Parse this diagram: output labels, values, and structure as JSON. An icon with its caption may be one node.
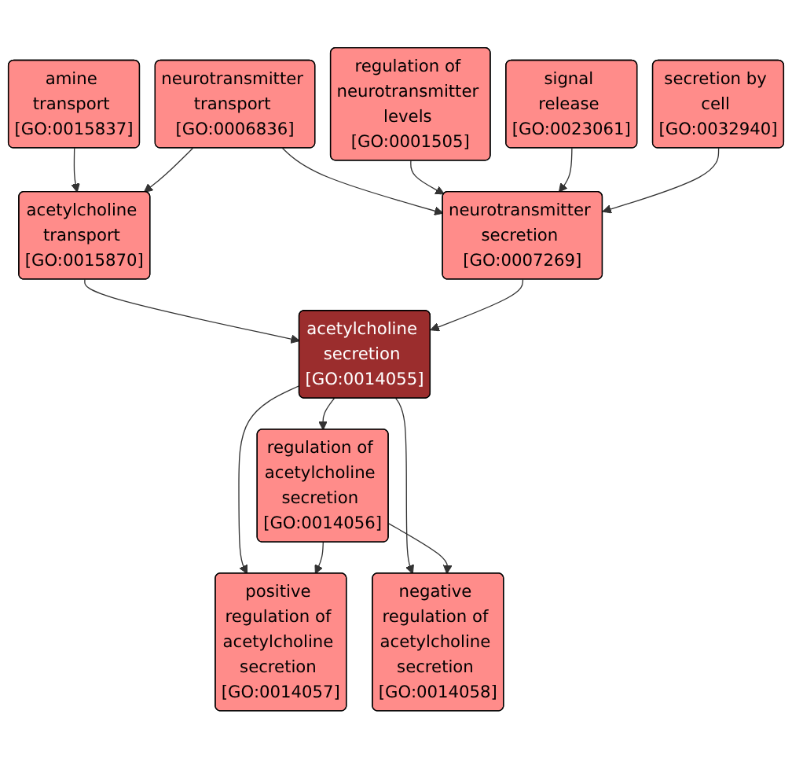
{
  "diagram": {
    "nodes": [
      {
        "text": [
          "amine transport [GO:0015837]"
        ]
      },
      {
        "text": [
          "neurotransmitter transport [GO:0006836]"
        ]
      },
      {
        "text": [
          "regulation of neurotransmitter levels [GO:0001505]"
        ]
      },
      {
        "text": [
          "signal release [GO:0023061]"
        ]
      },
      {
        "text": [
          "secretion by cell [GO:0032940]"
        ]
      },
      {
        "text": [
          "acetylcholine transport [GO:0015870]"
        ]
      },
      {
        "text": [
          "neurotransmitter secretion [GO:0007269]"
        ]
      },
      {
        "text": [
          "acetylcholine secretion [GO:0014055]"
        ]
      },
      {
        "text": [
          "regulation of acetylcholine secretion [GO:0014056]"
        ]
      },
      {
        "text": [
          "positive regulation of acetylcholine secretion [GO:0014057]"
        ]
      },
      {
        "text": [
          "negative regulation of acetylcholine secretion [GO:0014058]"
        ]
      }
    ],
    "edges": [
      {
        "from": 0,
        "to": 5,
        "arrow": "to"
      },
      {
        "from": 1,
        "to": 5,
        "arrow": "to"
      },
      {
        "from": 1,
        "to": 6,
        "arrow": "to"
      },
      {
        "from": 2,
        "to": 6,
        "arrow": "to"
      },
      {
        "from": 3,
        "to": 6,
        "arrow": "to"
      },
      {
        "from": 4,
        "to": 6,
        "arrow": "to"
      },
      {
        "from": 5,
        "to": 7,
        "arrow": "to"
      },
      {
        "from": 6,
        "to": 7,
        "arrow": "to"
      },
      {
        "from": 7,
        "to": 8,
        "arrow": "to"
      },
      {
        "from": 7,
        "to": 9,
        "arrow": "to"
      },
      {
        "from": 7,
        "to": 10,
        "arrow": "to"
      },
      {
        "from": 8,
        "to": 9,
        "arrow": "to"
      },
      {
        "from": 8,
        "to": 10,
        "arrow": "to"
      }
    ]
  }
}
